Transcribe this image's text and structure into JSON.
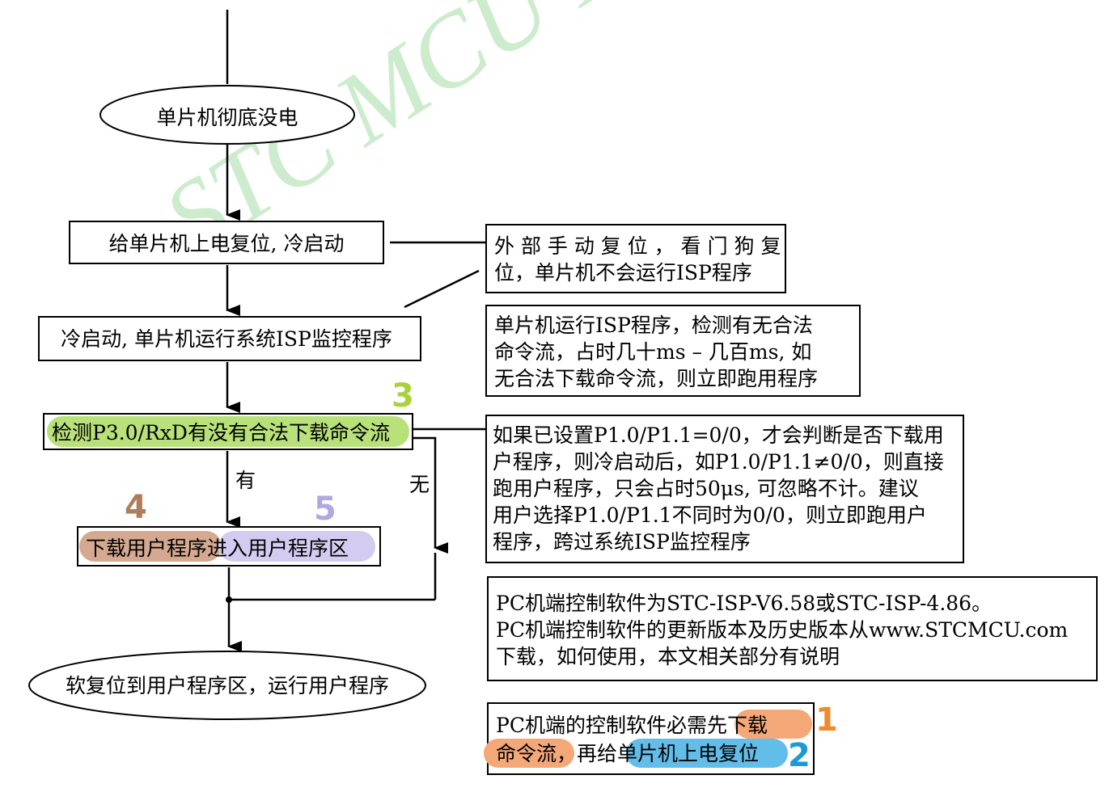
{
  "watermark": "STC MCU Lim",
  "flow": {
    "power_off": "单片机彻底没电",
    "power_on_reset": "给单片机上电复位, 冷启动",
    "cold_start": "冷启动, 单片机运行系统ISP监控程序",
    "detect": "检测P3.0/RxD有没有合法下载命令流",
    "branch_yes": "有",
    "branch_no": "无",
    "download_part1": "下载用户程序",
    "download_part2": "进入用户程序区",
    "soft_reset": "软复位到用户程序区，运行用户程序"
  },
  "notes": {
    "external_reset": [
      "外 部 手 动 复 位 ，  看 门 狗 复",
      "位，单片机不会运行ISP程序"
    ],
    "isp_run": [
      "单片机运行ISP程序，检测有无合法",
      "命令流，占时几十ms  –  几百ms, 如",
      "无合法下载命令流，则立即跑用程序"
    ],
    "p1_setting": [
      "如果已设置P1.0/P1.1=0/0，才会判断是否下载用",
      "户程序，则冷启动后，如P1.0/P1.1≠0/0，则直接",
      "跑用户程序，只会占时50μs, 可忽略不计。建议",
      "用户选择P1.0/P1.1不同时为0/0，则立即跑用户",
      "程序，跨过系统ISP监控程序"
    ],
    "pc_software": [
      "PC机端控制软件为STC-ISP-V6.58或STC-ISP-4.86。",
      "PC机端控制软件的更新版本及历史版本从www.STCMCU.com",
      "下载，如何使用，本文相关部分有说明"
    ],
    "order": {
      "line1_text": "PC机端的控制软件必需",
      "line1_highlight": "先下载",
      "line2_highlight1": "命令流",
      "line2_text": "，再给",
      "line2_highlight2": "单片机上电复位"
    }
  },
  "step_numbers": {
    "n1": "1",
    "n2": "2",
    "n3": "3",
    "n4": "4",
    "n5": "5"
  },
  "colors": {
    "step1": "#f08a2c",
    "step2": "#1c9ad6",
    "step3": "#a6d23a",
    "step4": "#b07d5a",
    "step5": "#b2a8e0",
    "highlight_green": "#b8e17a",
    "highlight_orange": "#f4a878",
    "highlight_blue": "#62bde8",
    "highlight_brown": "#d4a990",
    "highlight_lavender": "#d4ccf0",
    "watermark": "#cdeccd"
  }
}
